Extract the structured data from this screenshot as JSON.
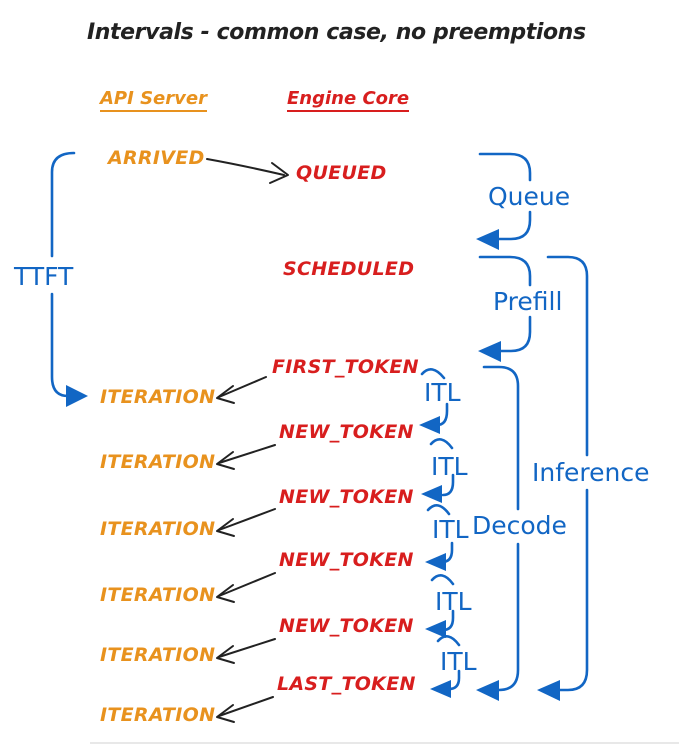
{
  "title": "Intervals - common case, no preemptions",
  "columns": {
    "api_server": "API Server",
    "engine_core": "Engine Core"
  },
  "api_events": {
    "arrived": "ARRIVED",
    "iterations": [
      "ITERATION",
      "ITERATION",
      "ITERATION",
      "ITERATION",
      "ITERATION",
      "ITERATION"
    ]
  },
  "engine_events": {
    "queued": "QUEUED",
    "scheduled": "SCHEDULED",
    "first_token": "FIRST_TOKEN",
    "new_tokens": [
      "NEW_TOKEN",
      "NEW_TOKEN",
      "NEW_TOKEN",
      "NEW_TOKEN"
    ],
    "last_token": "LAST_TOKEN"
  },
  "intervals": {
    "ttft": "TTFT",
    "queue": "Queue",
    "prefill": "Prefill",
    "decode": "Decode",
    "inference": "Inference",
    "itl": [
      "ITL",
      "ITL",
      "ITL",
      "ITL",
      "ITL"
    ]
  },
  "colors": {
    "api_server": "#E8921E",
    "engine_core": "#D81E1E",
    "interval": "#1266C4",
    "connector": "#222222",
    "background": "#FFFFFF"
  }
}
